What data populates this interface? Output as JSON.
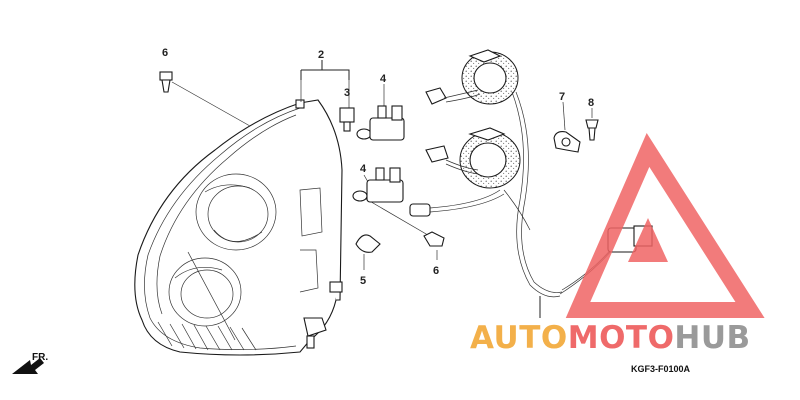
{
  "diagram": {
    "callouts": [
      {
        "id": "c6a",
        "text": "6"
      },
      {
        "id": "c2",
        "text": "2"
      },
      {
        "id": "c3",
        "text": "3"
      },
      {
        "id": "c4a",
        "text": "4"
      },
      {
        "id": "c4b",
        "text": "4"
      },
      {
        "id": "c5",
        "text": "5"
      },
      {
        "id": "c6b",
        "text": "6"
      },
      {
        "id": "c7",
        "text": "7"
      },
      {
        "id": "c8",
        "text": "8"
      }
    ],
    "figure_code": "KGF3-F0100A",
    "direction_label": "FR."
  },
  "watermark": {
    "part1": "AUTO",
    "part2": "MOTO",
    "part3": "HUB",
    "colors": {
      "part1": "#f3b04a",
      "part2": "#ef6a6a",
      "part3": "#9a9a9a",
      "triangle": "#f06464"
    }
  }
}
